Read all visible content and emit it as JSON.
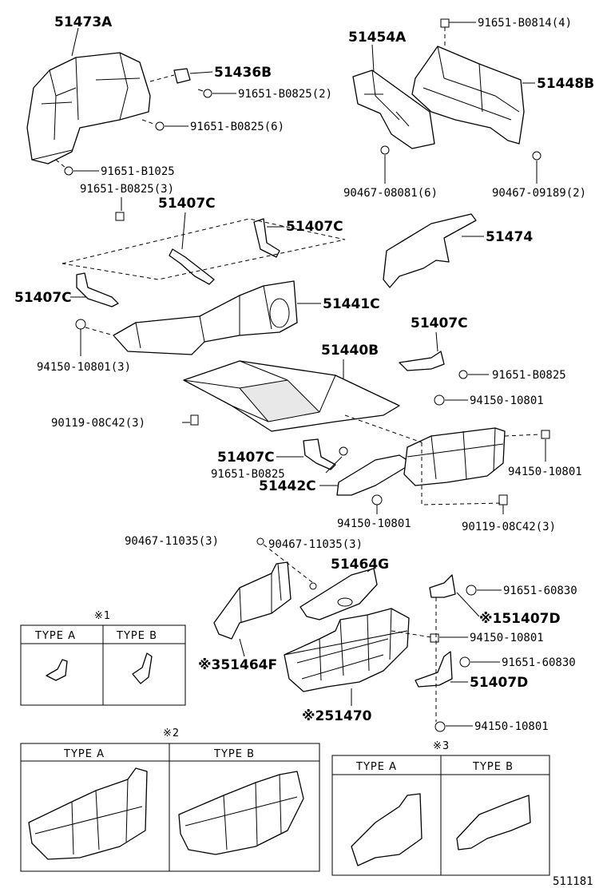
{
  "labels": {
    "l51473A": "51473A",
    "l51436B": "51436B",
    "l91651B0825_2": "91651-B0825(2)",
    "l91651B0825_6": "91651-B0825(6)",
    "l91651B1025": "91651-B1025",
    "l91651B0825_3": "91651-B0825(3)",
    "l51454A": "51454A",
    "l91651B0814_4": "91651-B0814(4)",
    "l51448B": "51448B",
    "l90467_08081_6": "90467-08081(6)",
    "l90467_09189_2": "90467-09189(2)",
    "l51407C_a": "51407C",
    "l51407C_b": "51407C",
    "l51407C_c": "51407C",
    "l51474": "51474",
    "l51441C": "51441C",
    "l94150_10801_3": "94150-10801(3)",
    "l51440B": "51440B",
    "l51407C_d": "51407C",
    "l91651B0825_r": "91651-B0825",
    "l94150_10801_r": "94150-10801",
    "l90119_08C42_3a": "90119-08C42(3)",
    "l51407C_e": "51407C",
    "l91651B0825_m": "91651-B0825",
    "l51442C": "51442C",
    "l94150_10801_m": "94150-10801",
    "l94150_10801_fr": "94150-10801",
    "l90119_08C42_3b": "90119-08C42(3)",
    "l90467_11035_3a": "90467-11035(3)",
    "l90467_11035_3b": "90467-11035(3)",
    "l51464G": "51464G",
    "l91651_60830_a": "91651-60830",
    "l51407D_a": "※151407D",
    "l94150_10801_b1": "94150-10801",
    "l51464F": "※351464F",
    "l91651_60830_b": "91651-60830",
    "l51407D_b": "51407D",
    "l51470": "※251470",
    "l94150_10801_b2": "94150-10801"
  },
  "tables": {
    "t1": {
      "mark": "※1",
      "type_a": "TYPE A",
      "type_b": "TYPE B"
    },
    "t2": {
      "mark": "※2",
      "type_a": "TYPE A",
      "type_b": "TYPE B"
    },
    "t3": {
      "mark": "※3",
      "type_a": "TYPE A",
      "type_b": "TYPE B"
    }
  },
  "code": "511181"
}
